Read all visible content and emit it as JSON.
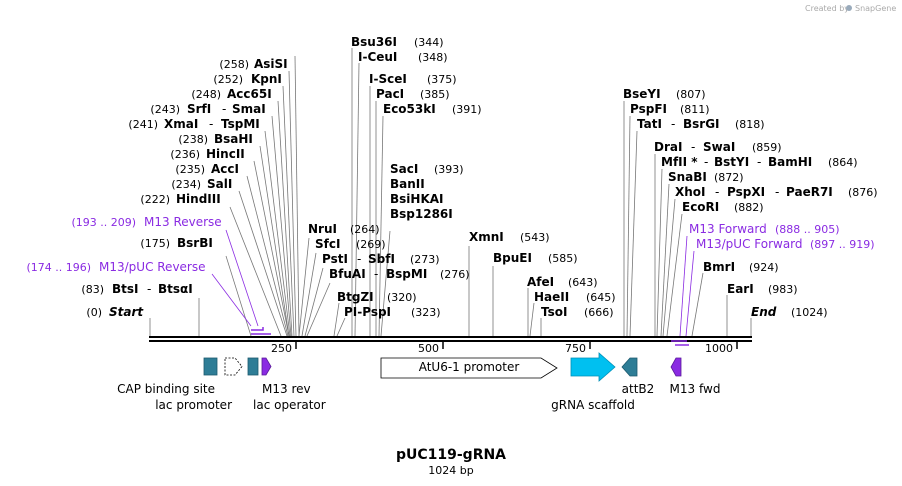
{
  "header": {
    "created_by": "Created by",
    "brand": "SnapGene"
  },
  "plasmid": {
    "name": "pUC119-gRNA",
    "length": "1024 bp"
  },
  "ends": {
    "start_label": "Start",
    "start_pos": "(0)",
    "end_label": "End",
    "end_pos": "(1024)"
  },
  "ticks": [
    "250",
    "500",
    "750",
    "1000"
  ],
  "sites_left": [
    {
      "pos": "(258)",
      "names": [
        "AsiSI"
      ]
    },
    {
      "pos": "(252)",
      "names": [
        "KpnI"
      ]
    },
    {
      "pos": "(248)",
      "names": [
        "Acc65I"
      ]
    },
    {
      "pos": "(243)",
      "names": [
        "SrfI",
        "SmaI"
      ]
    },
    {
      "pos": "(241)",
      "names": [
        "XmaI",
        "TspMI"
      ]
    },
    {
      "pos": "(238)",
      "names": [
        "BsaHI"
      ]
    },
    {
      "pos": "(236)",
      "names": [
        "HincII"
      ]
    },
    {
      "pos": "(235)",
      "names": [
        "AccI"
      ]
    },
    {
      "pos": "(234)",
      "names": [
        "SalI"
      ]
    },
    {
      "pos": "(222)",
      "names": [
        "HindIII"
      ]
    },
    {
      "pos": "(175)",
      "names": [
        "BsrBI"
      ]
    },
    {
      "pos": "(83)",
      "names": [
        "BtsI",
        "BtsαI"
      ]
    }
  ],
  "sites_mid": [
    {
      "pos": "(344)",
      "names": [
        "Bsu36I"
      ]
    },
    {
      "pos": "(348)",
      "names": [
        "I-CeuI"
      ]
    },
    {
      "pos": "(375)",
      "names": [
        "I-SceI"
      ]
    },
    {
      "pos": "(385)",
      "names": [
        "PacI"
      ]
    },
    {
      "pos": "(391)",
      "names": [
        "Eco53kI"
      ]
    },
    {
      "pos": "(393)",
      "names": [
        "SacI"
      ]
    },
    {
      "pos": "",
      "names": [
        "BanII"
      ]
    },
    {
      "pos": "",
      "names": [
        "BsiHKAI"
      ]
    },
    {
      "pos": "",
      "names": [
        "Bsp1286I"
      ]
    },
    {
      "pos": "(264)",
      "names": [
        "NruI"
      ]
    },
    {
      "pos": "(269)",
      "names": [
        "SfcI"
      ]
    },
    {
      "pos": "(273)",
      "names": [
        "PstI",
        "SbfI"
      ]
    },
    {
      "pos": "(276)",
      "names": [
        "BfuAI",
        "BspMI"
      ]
    },
    {
      "pos": "(320)",
      "names": [
        "BtgZI"
      ]
    },
    {
      "pos": "(323)",
      "names": [
        "PI-PspI"
      ]
    },
    {
      "pos": "(543)",
      "names": [
        "XmnI"
      ]
    },
    {
      "pos": "(585)",
      "names": [
        "BpuEI"
      ]
    },
    {
      "pos": "(643)",
      "names": [
        "AfeI"
      ]
    },
    {
      "pos": "(645)",
      "names": [
        "HaeII"
      ]
    },
    {
      "pos": "(666)",
      "names": [
        "TsoI"
      ]
    }
  ],
  "sites_right": [
    {
      "pos": "(807)",
      "names": [
        "BseYI"
      ]
    },
    {
      "pos": "(811)",
      "names": [
        "PspFI"
      ]
    },
    {
      "pos": "(818)",
      "names": [
        "TatI",
        "BsrGI"
      ]
    },
    {
      "pos": "(859)",
      "names": [
        "DraI",
        "SwaI"
      ]
    },
    {
      "pos": "(864)",
      "names": [
        "MfII *",
        "BstYI",
        "BamHI"
      ]
    },
    {
      "pos": "(872)",
      "names": [
        "SnaBI"
      ]
    },
    {
      "pos": "(876)",
      "names": [
        "XhoI",
        "PspXI",
        "PaeR7I"
      ]
    },
    {
      "pos": "(882)",
      "names": [
        "EcoRI"
      ]
    },
    {
      "pos": "(924)",
      "names": [
        "BmrI"
      ]
    },
    {
      "pos": "(983)",
      "names": [
        "EarI"
      ]
    }
  ],
  "primers": [
    {
      "range": "(193 .. 209)",
      "name": "M13 Reverse"
    },
    {
      "range": "(174 .. 196)",
      "name": "M13/pUC Reverse"
    },
    {
      "range": "(888 .. 905)",
      "name": "M13 Forward"
    },
    {
      "range": "(897 .. 919)",
      "name": "M13/pUC Forward"
    }
  ],
  "features": {
    "cap": "CAP binding site",
    "lac_promoter": "lac promoter",
    "lac_operator": "lac operator",
    "m13rev": "M13 rev",
    "atu6": "AtU6-1 promoter",
    "grna": "gRNA scaffold",
    "attb2": "attB2",
    "m13fwd": "M13 fwd"
  },
  "colors": {
    "primer": "#8a2be2",
    "feature_teal": "#2e7d96",
    "grna": "#00c0f0",
    "purple_feat": "#8a2be2"
  }
}
